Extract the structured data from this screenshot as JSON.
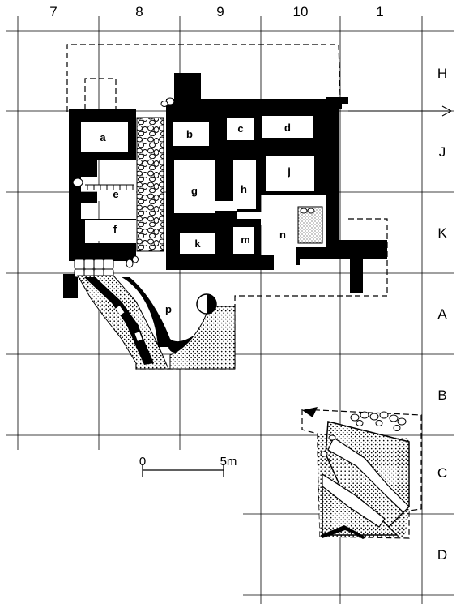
{
  "grid": {
    "columns": [
      "7",
      "8",
      "9",
      "10",
      "1"
    ],
    "rows": [
      "H",
      "J",
      "K",
      "A",
      "B",
      "C",
      "D"
    ]
  },
  "rooms": {
    "a": "a",
    "b": "b",
    "c": "c",
    "d": "d",
    "e": "e",
    "f": "f",
    "g": "g",
    "h": "h",
    "j": "j",
    "k": "k",
    "m": "m",
    "n": "n",
    "p": "p"
  },
  "scale_bar": {
    "start": "0",
    "end": "5m"
  },
  "colors": {
    "wall": "#000000",
    "paper": "#ffffff",
    "grid_line": "#000000"
  }
}
